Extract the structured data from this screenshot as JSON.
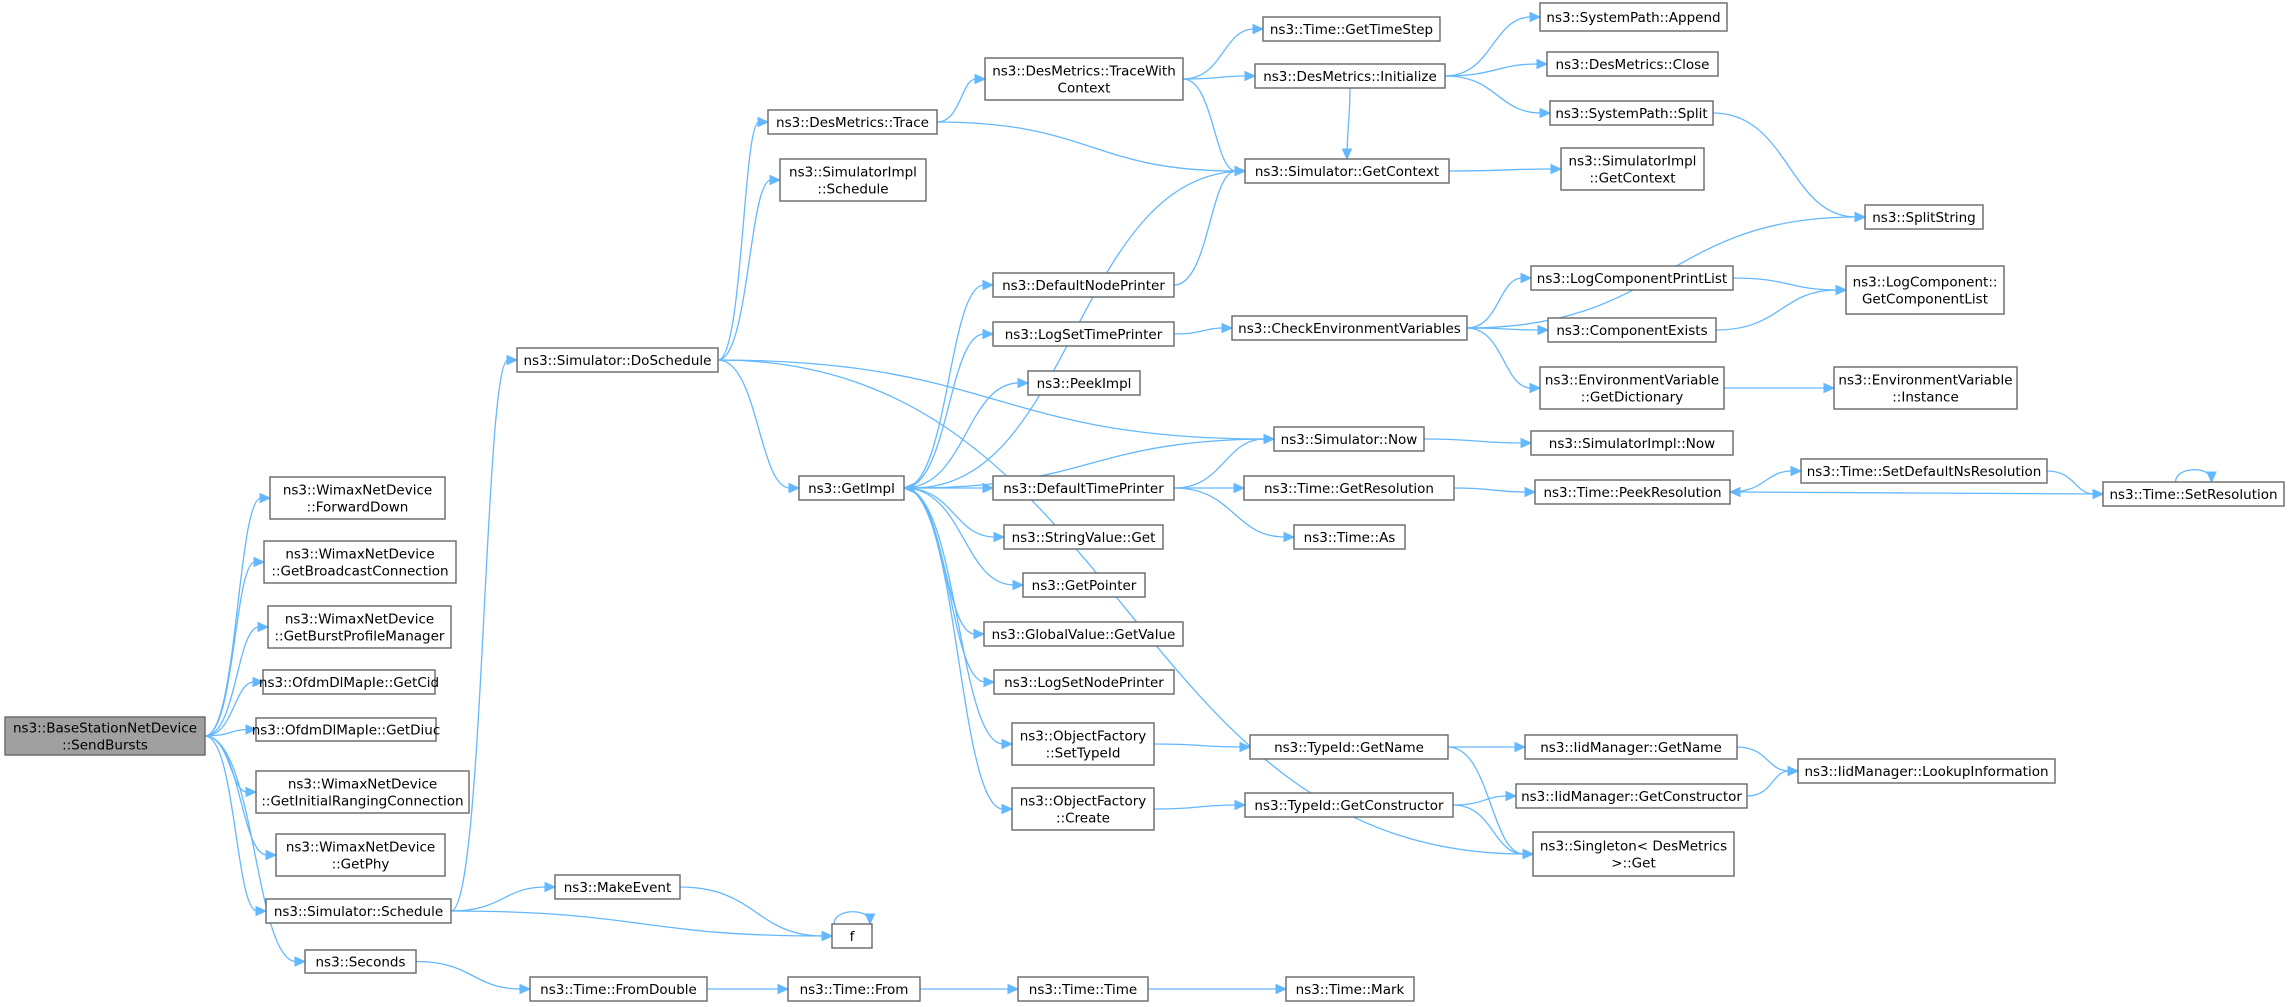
{
  "nodes": [
    {
      "id": "root",
      "lines": [
        "ns3::BaseStationNetDevice",
        "::SendBursts"
      ],
      "root": true
    },
    {
      "id": "fwd",
      "lines": [
        "ns3::WimaxNetDevice",
        "::ForwardDown"
      ]
    },
    {
      "id": "bcast",
      "lines": [
        "ns3::WimaxNetDevice",
        "::GetBroadcastConnection"
      ]
    },
    {
      "id": "bpm",
      "lines": [
        "ns3::WimaxNetDevice",
        "::GetBurstProfileManager"
      ]
    },
    {
      "id": "cid",
      "lines": [
        "ns3::OfdmDlMapIe::GetCid"
      ]
    },
    {
      "id": "diuc",
      "lines": [
        "ns3::OfdmDlMapIe::GetDiuc"
      ]
    },
    {
      "id": "irc",
      "lines": [
        "ns3::WimaxNetDevice",
        "::GetInitialRangingConnection"
      ]
    },
    {
      "id": "phy",
      "lines": [
        "ns3::WimaxNetDevice",
        "::GetPhy"
      ]
    },
    {
      "id": "sched",
      "lines": [
        "ns3::Simulator::Schedule"
      ]
    },
    {
      "id": "seconds",
      "lines": [
        "ns3::Seconds"
      ]
    },
    {
      "id": "dosched",
      "lines": [
        "ns3::Simulator::DoSchedule"
      ]
    },
    {
      "id": "makeev",
      "lines": [
        "ns3::MakeEvent"
      ]
    },
    {
      "id": "f",
      "lines": [
        "f"
      ]
    },
    {
      "id": "fromdbl",
      "lines": [
        "ns3::Time::FromDouble"
      ]
    },
    {
      "id": "from",
      "lines": [
        "ns3::Time::From"
      ]
    },
    {
      "id": "ttime",
      "lines": [
        "ns3::Time::Time"
      ]
    },
    {
      "id": "mark",
      "lines": [
        "ns3::Time::Mark"
      ]
    },
    {
      "id": "dmtrace",
      "lines": [
        "ns3::DesMetrics::Trace"
      ]
    },
    {
      "id": "simimplsched",
      "lines": [
        "ns3::SimulatorImpl",
        "::Schedule"
      ]
    },
    {
      "id": "getimpl",
      "lines": [
        "ns3::GetImpl"
      ]
    },
    {
      "id": "twc",
      "lines": [
        "ns3::DesMetrics::TraceWith",
        "Context"
      ]
    },
    {
      "id": "gts",
      "lines": [
        "ns3::Time::GetTimeStep"
      ]
    },
    {
      "id": "dminit",
      "lines": [
        "ns3::DesMetrics::Initialize"
      ]
    },
    {
      "id": "getctx",
      "lines": [
        "ns3::Simulator::GetContext"
      ]
    },
    {
      "id": "spappend",
      "lines": [
        "ns3::SystemPath::Append"
      ]
    },
    {
      "id": "dmclose",
      "lines": [
        "ns3::DesMetrics::Close"
      ]
    },
    {
      "id": "spsplit",
      "lines": [
        "ns3::SystemPath::Split"
      ]
    },
    {
      "id": "implgetctx",
      "lines": [
        "ns3::SimulatorImpl",
        "::GetContext"
      ]
    },
    {
      "id": "splitstr",
      "lines": [
        "ns3::SplitString"
      ]
    },
    {
      "id": "dnp",
      "lines": [
        "ns3::DefaultNodePrinter"
      ]
    },
    {
      "id": "lstp",
      "lines": [
        "ns3::LogSetTimePrinter"
      ]
    },
    {
      "id": "peekimpl",
      "lines": [
        "ns3::PeekImpl"
      ]
    },
    {
      "id": "dtp",
      "lines": [
        "ns3::DefaultTimePrinter"
      ]
    },
    {
      "id": "svget",
      "lines": [
        "ns3::StringValue::Get"
      ]
    },
    {
      "id": "getptr",
      "lines": [
        "ns3::GetPointer"
      ]
    },
    {
      "id": "gvget",
      "lines": [
        "ns3::GlobalValue::GetValue"
      ]
    },
    {
      "id": "lsnp",
      "lines": [
        "ns3::LogSetNodePrinter"
      ]
    },
    {
      "id": "ofsettid",
      "lines": [
        "ns3::ObjectFactory",
        "::SetTypeId"
      ]
    },
    {
      "id": "ofcreate",
      "lines": [
        "ns3::ObjectFactory",
        "::Create"
      ]
    },
    {
      "id": "cev",
      "lines": [
        "ns3::CheckEnvironmentVariables"
      ]
    },
    {
      "id": "simnow",
      "lines": [
        "ns3::Simulator::Now"
      ]
    },
    {
      "id": "getres",
      "lines": [
        "ns3::Time::GetResolution"
      ]
    },
    {
      "id": "tas",
      "lines": [
        "ns3::Time::As"
      ]
    },
    {
      "id": "tidname",
      "lines": [
        "ns3::TypeId::GetName"
      ]
    },
    {
      "id": "tidctor",
      "lines": [
        "ns3::TypeId::GetConstructor"
      ]
    },
    {
      "id": "lcpl",
      "lines": [
        "ns3::LogComponentPrintList"
      ]
    },
    {
      "id": "compex",
      "lines": [
        "ns3::ComponentExists"
      ]
    },
    {
      "id": "evgetdict",
      "lines": [
        "ns3::EnvironmentVariable",
        "::GetDictionary"
      ]
    },
    {
      "id": "implnow",
      "lines": [
        "ns3::SimulatorImpl::Now"
      ]
    },
    {
      "id": "peekres",
      "lines": [
        "ns3::Time::PeekResolution"
      ]
    },
    {
      "id": "iidname",
      "lines": [
        "ns3::IidManager::GetName"
      ]
    },
    {
      "id": "iidctor",
      "lines": [
        "ns3::IidManager::GetConstructor"
      ]
    },
    {
      "id": "singleton",
      "lines": [
        "ns3::Singleton< DesMetrics",
        ">::Get"
      ]
    },
    {
      "id": "lcgcl",
      "lines": [
        "ns3::LogComponent::",
        "GetComponentList"
      ]
    },
    {
      "id": "evinst",
      "lines": [
        "ns3::EnvironmentVariable",
        "::Instance"
      ]
    },
    {
      "id": "setdefres",
      "lines": [
        "ns3::Time::SetDefaultNsResolution"
      ]
    },
    {
      "id": "setres",
      "lines": [
        "ns3::Time::SetResolution"
      ]
    },
    {
      "id": "iidlookup",
      "lines": [
        "ns3::IidManager::LookupInformation"
      ]
    }
  ],
  "edges": [
    [
      "root",
      "fwd"
    ],
    [
      "root",
      "bcast"
    ],
    [
      "root",
      "bpm"
    ],
    [
      "root",
      "cid"
    ],
    [
      "root",
      "diuc"
    ],
    [
      "root",
      "irc"
    ],
    [
      "root",
      "phy"
    ],
    [
      "root",
      "sched"
    ],
    [
      "root",
      "seconds"
    ],
    [
      "sched",
      "dosched"
    ],
    [
      "sched",
      "makeev"
    ],
    [
      "sched",
      "f"
    ],
    [
      "makeev",
      "f"
    ],
    [
      "f",
      "f"
    ],
    [
      "seconds",
      "fromdbl"
    ],
    [
      "fromdbl",
      "from"
    ],
    [
      "from",
      "ttime"
    ],
    [
      "ttime",
      "mark"
    ],
    [
      "dosched",
      "dmtrace"
    ],
    [
      "dosched",
      "simimplsched"
    ],
    [
      "dosched",
      "getimpl"
    ],
    [
      "dosched",
      "simnow"
    ],
    [
      "dosched",
      "singleton"
    ],
    [
      "dmtrace",
      "twc"
    ],
    [
      "dmtrace",
      "getctx"
    ],
    [
      "twc",
      "gts"
    ],
    [
      "twc",
      "dminit"
    ],
    [
      "twc",
      "getctx"
    ],
    [
      "dminit",
      "spappend"
    ],
    [
      "dminit",
      "dmclose"
    ],
    [
      "dminit",
      "spsplit"
    ],
    [
      "dminit",
      "getctx"
    ],
    [
      "spsplit",
      "splitstr"
    ],
    [
      "getctx",
      "implgetctx"
    ],
    [
      "getctx",
      "getimpl"
    ],
    [
      "getimpl",
      "dnp"
    ],
    [
      "getimpl",
      "lstp"
    ],
    [
      "getimpl",
      "peekimpl"
    ],
    [
      "getimpl",
      "dtp"
    ],
    [
      "getimpl",
      "svget"
    ],
    [
      "getimpl",
      "getptr"
    ],
    [
      "getimpl",
      "gvget"
    ],
    [
      "getimpl",
      "lsnp"
    ],
    [
      "getimpl",
      "ofsettid"
    ],
    [
      "getimpl",
      "ofcreate"
    ],
    [
      "dnp",
      "getctx"
    ],
    [
      "lstp",
      "cev"
    ],
    [
      "cev",
      "splitstr"
    ],
    [
      "cev",
      "lcpl"
    ],
    [
      "cev",
      "compex"
    ],
    [
      "cev",
      "evgetdict"
    ],
    [
      "lcpl",
      "lcgcl"
    ],
    [
      "compex",
      "lcgcl"
    ],
    [
      "evgetdict",
      "evinst"
    ],
    [
      "simnow",
      "getimpl"
    ],
    [
      "simnow",
      "implnow"
    ],
    [
      "dtp",
      "simnow"
    ],
    [
      "dtp",
      "getres"
    ],
    [
      "dtp",
      "tas"
    ],
    [
      "getres",
      "peekres"
    ],
    [
      "peekres",
      "setdefres"
    ],
    [
      "setdefres",
      "setres"
    ],
    [
      "setres",
      "peekres"
    ],
    [
      "setres",
      "setres"
    ],
    [
      "ofsettid",
      "tidname"
    ],
    [
      "tidname",
      "iidname"
    ],
    [
      "tidname",
      "singleton"
    ],
    [
      "ofcreate",
      "tidctor"
    ],
    [
      "tidctor",
      "iidctor"
    ],
    [
      "tidctor",
      "singleton"
    ],
    [
      "iidname",
      "iidlookup"
    ],
    [
      "iidctor",
      "iidlookup"
    ]
  ]
}
